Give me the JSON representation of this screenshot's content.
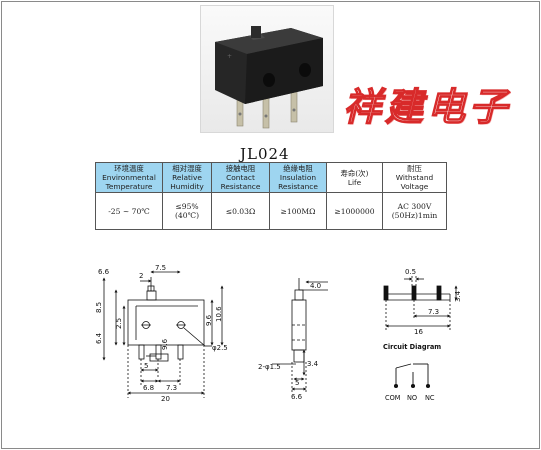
{
  "brand": "祥建电子",
  "model": "JL024",
  "specs": {
    "headers": [
      {
        "cn": "环境温度",
        "en1": "Environmental",
        "en2": "Temperature"
      },
      {
        "cn": "相对湿度",
        "en1": "Relative",
        "en2": "Humidity"
      },
      {
        "cn": "接触电阻",
        "en1": "Contact",
        "en2": "Resistance"
      },
      {
        "cn": "绝缘电阻",
        "en1": "Insulation",
        "en2": "Resistance"
      },
      {
        "cn": "寿命(次)",
        "en1": "Life",
        "en2": ""
      },
      {
        "cn": "耐压",
        "en1": "Withstand",
        "en2": "Voltage"
      }
    ],
    "values": [
      {
        "l1": "-25 ~ 70℃",
        "l2": ""
      },
      {
        "l1": "≤95%",
        "l2": "(40℃)"
      },
      {
        "l1": "≤0.03Ω",
        "l2": ""
      },
      {
        "l1": "≥100MΩ",
        "l2": ""
      },
      {
        "l1": "≥1000000",
        "l2": ""
      },
      {
        "l1": "AC 300V",
        "l2": "(50Hz)1min"
      }
    ]
  },
  "dims": {
    "d1": "6.6",
    "d2": "7.5",
    "d3": "2",
    "d4": "8.5",
    "d5": "9.6",
    "d6": "10.6",
    "d7": "2.5",
    "d8": "6.4",
    "d9": "φ2.5",
    "d10": "9.6",
    "d11": "5",
    "d12": "6.8",
    "d13": "7.3",
    "d14": "20",
    "d15": "4.0",
    "d16": "2-φ1.5",
    "d17": "5",
    "d18": "6.6",
    "d19": "3.4",
    "d20": "0.5",
    "d21": "3.4",
    "d22": "7.3",
    "d23": "16"
  },
  "circuit": {
    "title": "Circuit Diagram",
    "com": "COM",
    "no": "NO",
    "nc": "NC"
  }
}
